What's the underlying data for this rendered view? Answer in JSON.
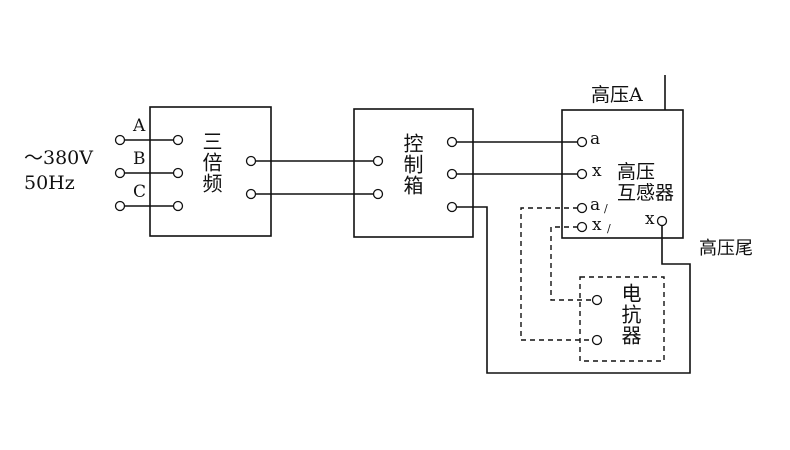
{
  "source": {
    "voltage": "～380V",
    "frequency": "50Hz",
    "phases": [
      "A",
      "B",
      "C"
    ]
  },
  "blocks": {
    "tripler": {
      "label": "三倍频"
    },
    "control_box": {
      "label": "控制箱"
    },
    "pt": {
      "label_line1": "高压",
      "label_line2": "互感器",
      "terminals": {
        "a": "a",
        "x": "x",
        "a1": "a",
        "x1": "x",
        "x_hv": "x"
      },
      "prime_mark": "/"
    },
    "reactor": {
      "label": "电抗器"
    }
  },
  "annotations": {
    "hv_a": "高压A",
    "hv_tail": "高压尾"
  },
  "colors": {
    "line": "#111111",
    "background": "#ffffff"
  }
}
